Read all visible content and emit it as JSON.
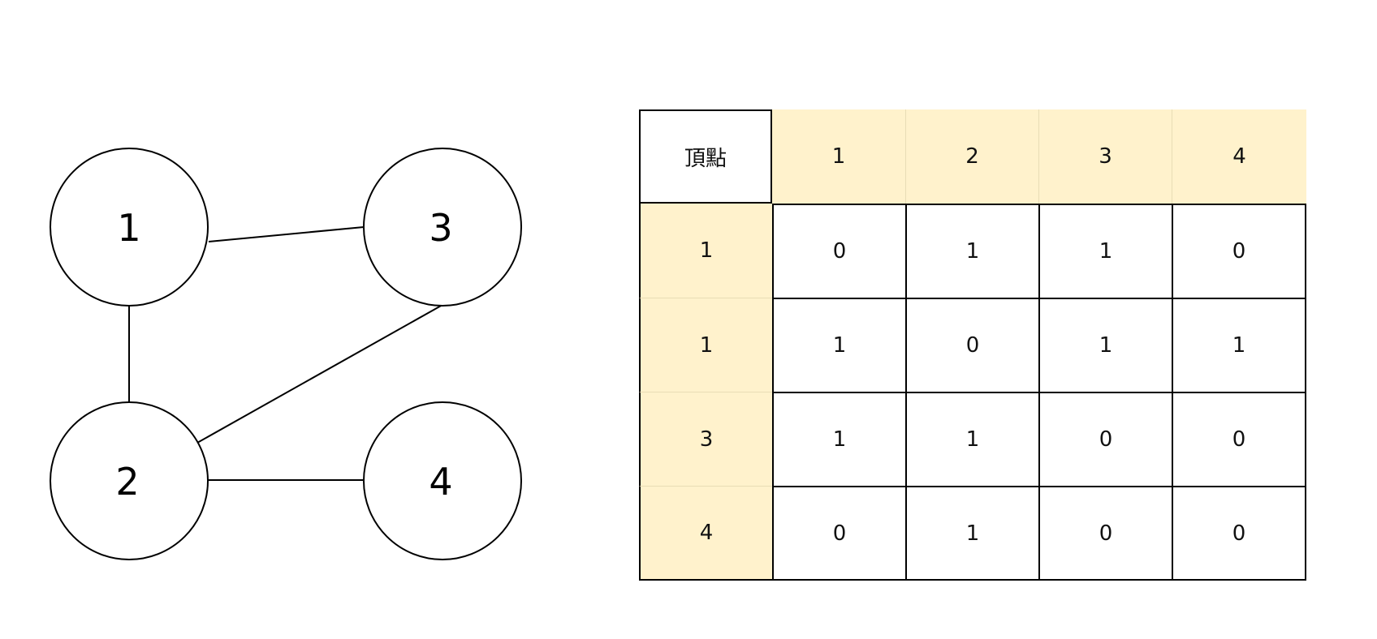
{
  "graph": {
    "nodes": [
      {
        "id": "1",
        "label": "1"
      },
      {
        "id": "3",
        "label": "3"
      },
      {
        "id": "2",
        "label": "2"
      },
      {
        "id": "4",
        "label": "4"
      }
    ],
    "edges": [
      [
        "1",
        "3"
      ],
      [
        "1",
        "2"
      ],
      [
        "2",
        "3"
      ],
      [
        "2",
        "4"
      ]
    ]
  },
  "matrix": {
    "corner_label": "頂點",
    "column_headers": [
      "1",
      "2",
      "3",
      "4"
    ],
    "row_headers": [
      "1",
      "1",
      "3",
      "4"
    ],
    "cells": [
      [
        "0",
        "1",
        "1",
        "0"
      ],
      [
        "1",
        "0",
        "1",
        "1"
      ],
      [
        "1",
        "1",
        "0",
        "0"
      ],
      [
        "0",
        "1",
        "0",
        "0"
      ]
    ]
  },
  "colors": {
    "header_fill": "#fff2cc",
    "stroke": "#000000",
    "background": "#ffffff"
  }
}
